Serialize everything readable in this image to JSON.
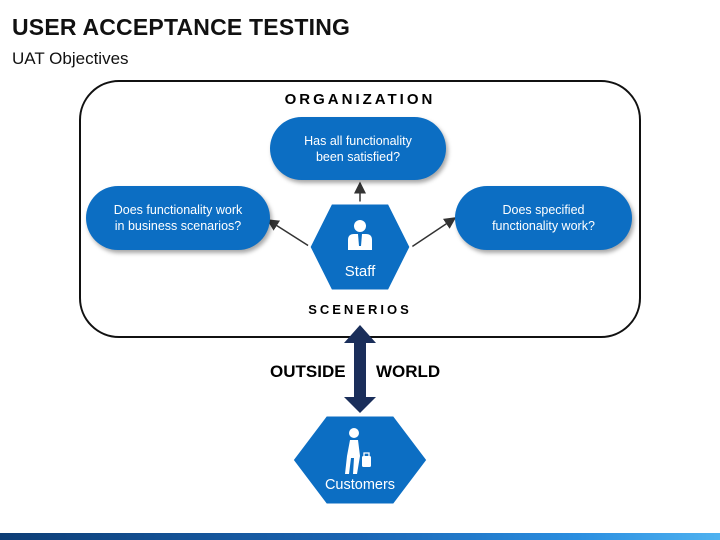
{
  "header": {
    "title": "USER ACCEPTANCE TESTING",
    "subtitle": "UAT Objectives"
  },
  "diagram": {
    "organization_label": "ORGANIZATION",
    "scenarios_label": "SCENERIOS",
    "nodes": {
      "top": "Has all functionality\nbeen satisfied?",
      "left": "Does functionality work\nin business scenarios?",
      "right": "Does specified\nfunctionality work?"
    },
    "staff_label": "Staff",
    "customers_label": "Customers",
    "outside_label": "OUTSIDE",
    "world_label": "WORLD"
  },
  "colors": {
    "accent": "#0c6ec3",
    "hexagon_stroke": "#ffffff",
    "arrow": "#1a2e5a"
  },
  "icons": [
    "staff-person-icon",
    "customer-walking-icon"
  ]
}
